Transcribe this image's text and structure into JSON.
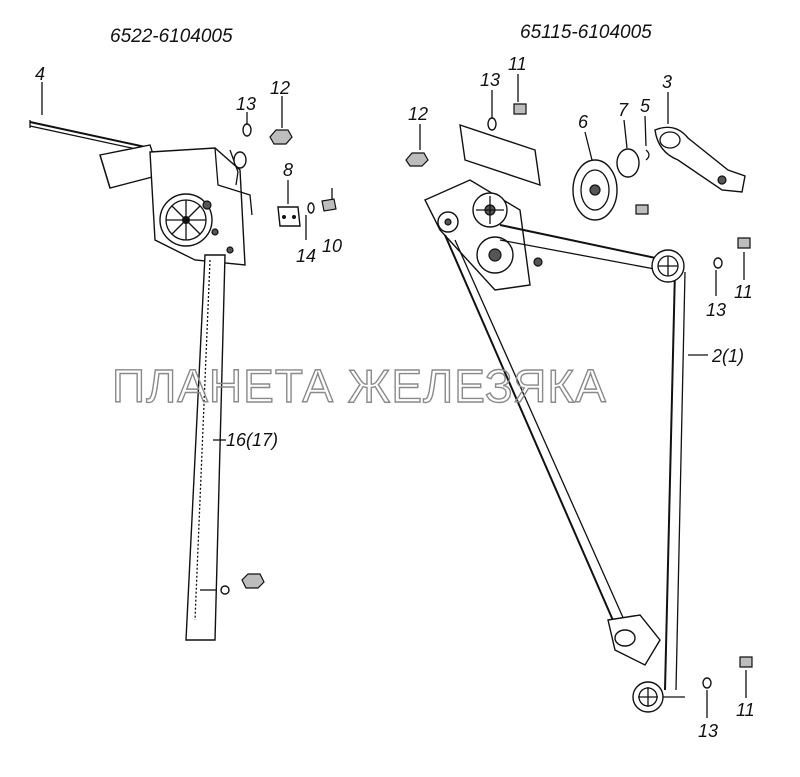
{
  "titles": {
    "left": "6522-6104005",
    "right": "65115-6104005"
  },
  "watermark": "ПЛАНЕТА ЖЕЛЕЗЯКА",
  "labels": {
    "l_4": "4",
    "l_13_left": "13",
    "l_12_left": "12",
    "l_8": "8",
    "l_14": "14",
    "l_10": "10",
    "l_16": "16(17)",
    "r_12": "12",
    "r_13_top": "13",
    "r_11_top": "11",
    "r_6": "6",
    "r_7": "7",
    "r_5": "5",
    "r_3": "3",
    "r_13_mid": "13",
    "r_11_mid": "11",
    "r_2": "2(1)",
    "r_13_bot": "13",
    "r_11_bot": "11"
  }
}
